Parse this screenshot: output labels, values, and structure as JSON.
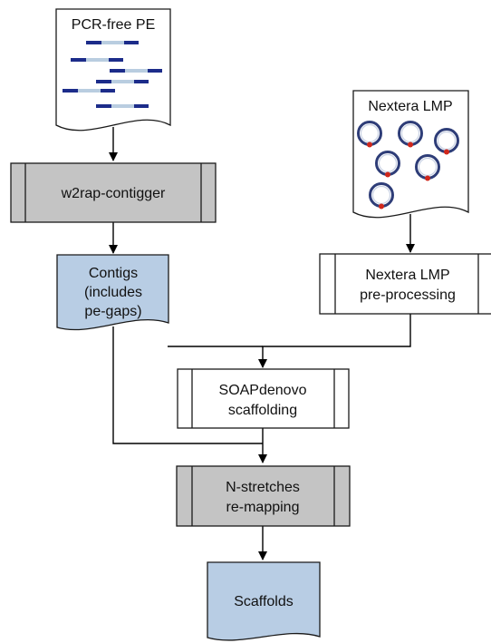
{
  "colors": {
    "document_white": "#ffffff",
    "document_blue": "#b8cde4",
    "process_gray": "#c4c4c4",
    "process_white": "#ffffff",
    "read_dark": "#1c2c8a",
    "read_light": "#b9cde0",
    "circle_dark": "#2e3d78",
    "circle_light": "#c9d2e4",
    "dot_red": "#d0281c",
    "edge": "#000000"
  },
  "nodes": {
    "pcr_free_pe": {
      "label": "PCR-free PE",
      "shape": "document",
      "icon": "paired-end-reads"
    },
    "nextera_lmp": {
      "label": "Nextera LMP",
      "shape": "document",
      "icon": "circular-mate-pair-fragments"
    },
    "w2rap_contigger": {
      "label": "w2rap-contigger",
      "shape": "predefined-process"
    },
    "contigs": {
      "lines": [
        "Contigs",
        "(includes",
        "pe-gaps)"
      ],
      "shape": "document"
    },
    "nextera_preprocessing": {
      "lines": [
        "Nextera LMP",
        "pre-processing"
      ],
      "shape": "predefined-process"
    },
    "soapdenovo": {
      "lines": [
        "SOAPdenovo",
        "scaffolding"
      ],
      "shape": "predefined-process"
    },
    "n_stretches": {
      "lines": [
        "N-stretches",
        "re-mapping"
      ],
      "shape": "predefined-process"
    },
    "scaffolds": {
      "label": "Scaffolds",
      "shape": "document"
    }
  },
  "edges": [
    {
      "from": "pcr_free_pe",
      "to": "w2rap_contigger"
    },
    {
      "from": "w2rap_contigger",
      "to": "contigs"
    },
    {
      "from": "nextera_lmp",
      "to": "nextera_preprocessing"
    },
    {
      "from": "nextera_preprocessing",
      "to": "soapdenovo"
    },
    {
      "from": "contigs",
      "to": "soapdenovo"
    },
    {
      "from": "contigs",
      "to": "n_stretches"
    },
    {
      "from": "soapdenovo",
      "to": "n_stretches"
    },
    {
      "from": "n_stretches",
      "to": "scaffolds"
    }
  ]
}
